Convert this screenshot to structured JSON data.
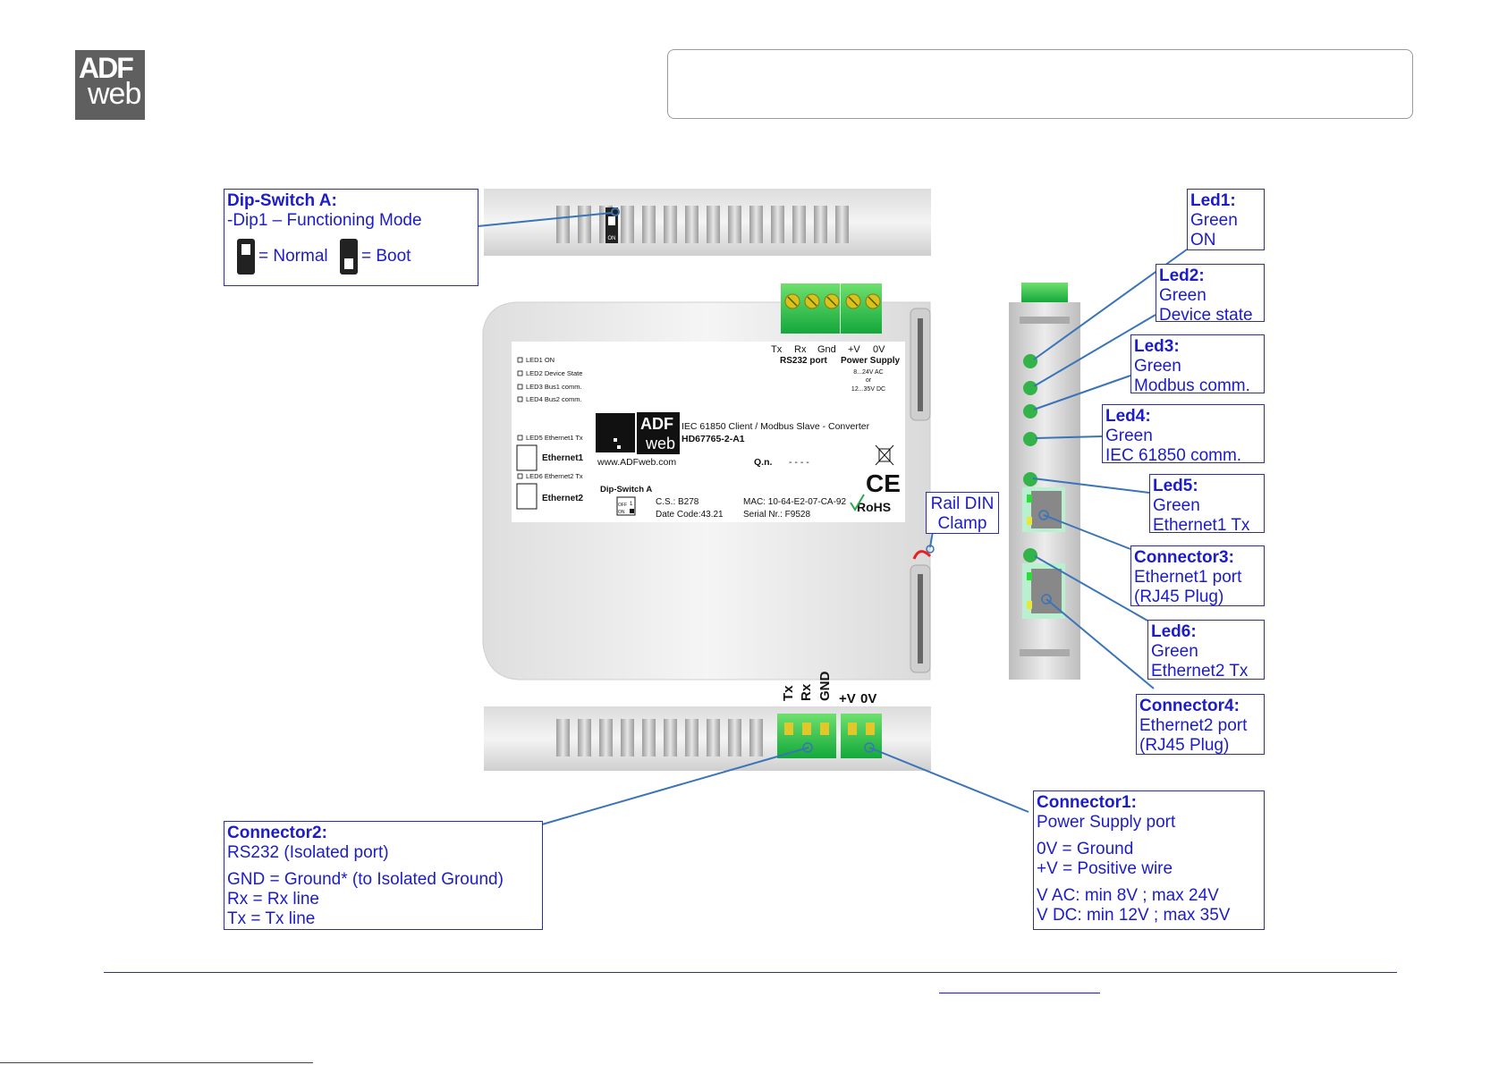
{
  "logo": {
    "line1": "ADF",
    "line2": "web"
  },
  "callouts": {
    "dipswitch": {
      "title": "Dip-Switch A:",
      "line1": "-Dip1 – Functioning Mode",
      "normal": "= Normal",
      "boot": "= Boot"
    },
    "led1": {
      "title": "Led1:",
      "line1": "Green",
      "line2": "ON"
    },
    "led2": {
      "title": "Led2:",
      "line1": "Green",
      "line2": "Device state"
    },
    "led3": {
      "title": "Led3:",
      "line1": "Green",
      "line2": "Modbus comm."
    },
    "led4": {
      "title": "Led4:",
      "line1": "Green",
      "line2": "IEC 61850 comm."
    },
    "led5": {
      "title": "Led5:",
      "line1": "Green",
      "line2": "Ethernet1 Tx"
    },
    "connector3": {
      "title": "Connector3:",
      "line1": "Ethernet1 port",
      "line2": "(RJ45 Plug)"
    },
    "led6": {
      "title": "Led6:",
      "line1": "Green",
      "line2": "Ethernet2 Tx"
    },
    "connector4": {
      "title": "Connector4:",
      "line1": "Ethernet2 port",
      "line2": "(RJ45 Plug)"
    },
    "rail": {
      "line1": "Rail DIN",
      "line2": "Clamp"
    },
    "connector2": {
      "title": "Connector2:",
      "line1": "RS232 (Isolated port)",
      "line2": "GND = Ground* (to Isolated Ground)",
      "line3": "Rx = Rx line",
      "line4": "Tx = Tx line"
    },
    "connector1": {
      "title": "Connector1:",
      "line1": "Power Supply port",
      "line2": "0V = Ground",
      "line3": "+V = Positive wire",
      "line4": "V AC: min 8V ; max 24V",
      "line5": "V DC: min 12V ; max 35V"
    }
  },
  "device": {
    "terminal_labels": [
      "Tx",
      "Rx",
      "Gnd",
      "+V",
      "0V"
    ],
    "rs232_label": "RS232 port",
    "power_label": "Power Supply",
    "power_ac": "8...24V AC",
    "power_or": "or",
    "power_dc": "12...35V DC",
    "leds": [
      "LED1 ON",
      "LED2 Device State",
      "LED3 Bus1 comm.",
      "LED4 Bus2 comm."
    ],
    "led5": "LED5 Ethernet1 Tx",
    "ethernet1": "Ethernet1",
    "led6": "LED6 Ethernet2 Tx",
    "ethernet2": "Ethernet2",
    "brand_adf": "ADF",
    "brand_web": "web",
    "product": "IEC 61850 Client / Modbus Slave - Converter",
    "code": "HD67765-2-A1",
    "website": "www.ADFweb.com",
    "qn_label": "Q.n.",
    "qn_value": "- - - -",
    "ce": "CE",
    "rohs": "RoHS",
    "dip_label": "Dip-Switch A",
    "dip_off": "OFF",
    "dip_on": "ON",
    "dip_num": "1",
    "cs": "C.S.: B278",
    "date_code": "Date Code:43.21",
    "mac": "MAC: 10-64-E2-07-CA-92",
    "serial": "Serial Nr.: F9528"
  },
  "bottom_labels": {
    "tx": "Tx",
    "rx": "Rx",
    "gnd": "GND",
    "pv": "+V",
    "ov": "0V"
  },
  "top_dip_label": "ON"
}
